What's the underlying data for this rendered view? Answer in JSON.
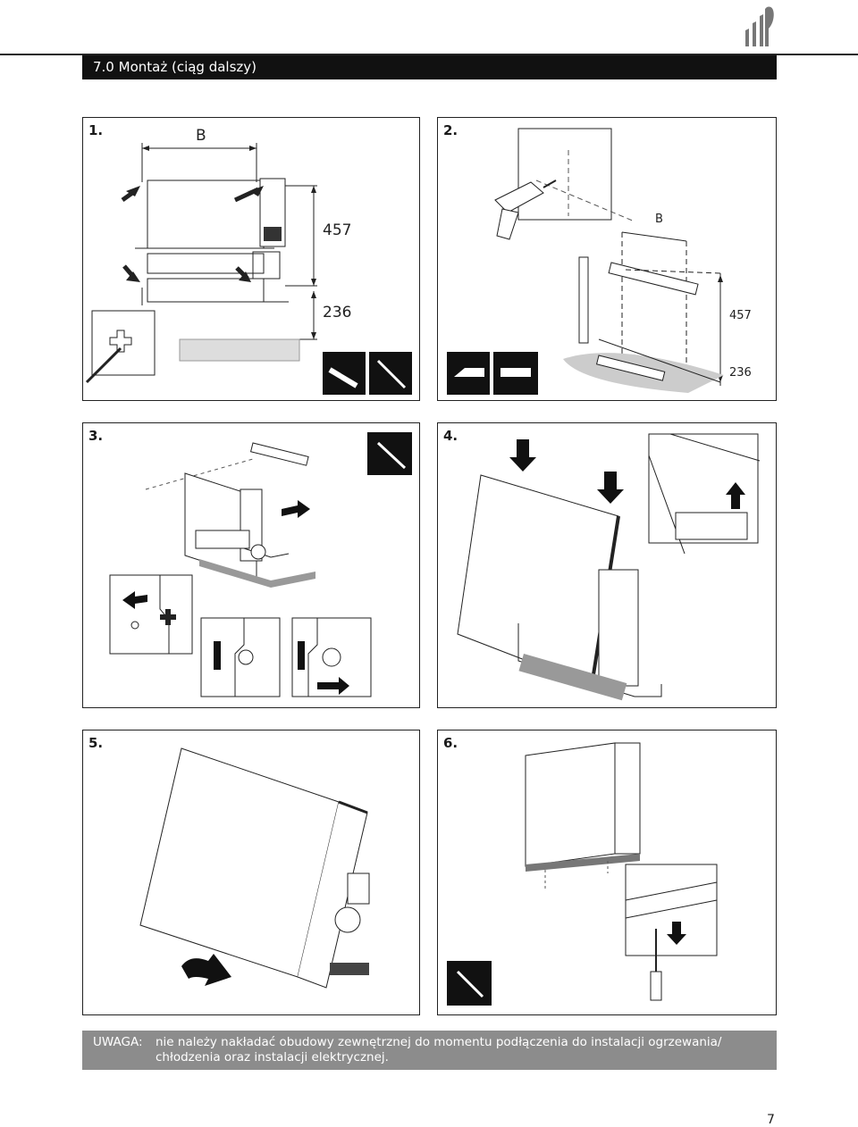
{
  "header": {
    "title": "7.0 Montaż (ciąg dalszy)"
  },
  "steps": [
    {
      "number": "1.",
      "dims": {
        "width": "B",
        "height_top": "457",
        "height_bottom": "236"
      }
    },
    {
      "number": "2.",
      "dims": {
        "width": "B",
        "height_top": "457",
        "height_bottom": "236"
      }
    },
    {
      "number": "3."
    },
    {
      "number": "4."
    },
    {
      "number": "5."
    },
    {
      "number": "6."
    }
  ],
  "icons": [
    "brand-logo-icon",
    "drill-icon",
    "spirit-level-icon",
    "screwdriver-icon",
    "arrow-down-icon",
    "arrow-up-icon",
    "rotate-arrow-icon",
    "double-arrow-icon"
  ],
  "note": {
    "label": "UWAGA:",
    "line1": "nie należy nakładać obudowy zewnętrznej do momentu podłączenia do instalacji ogrzewania/",
    "line2": "chłodzenia oraz instalacji elektrycznej."
  },
  "page": {
    "number": "7"
  }
}
